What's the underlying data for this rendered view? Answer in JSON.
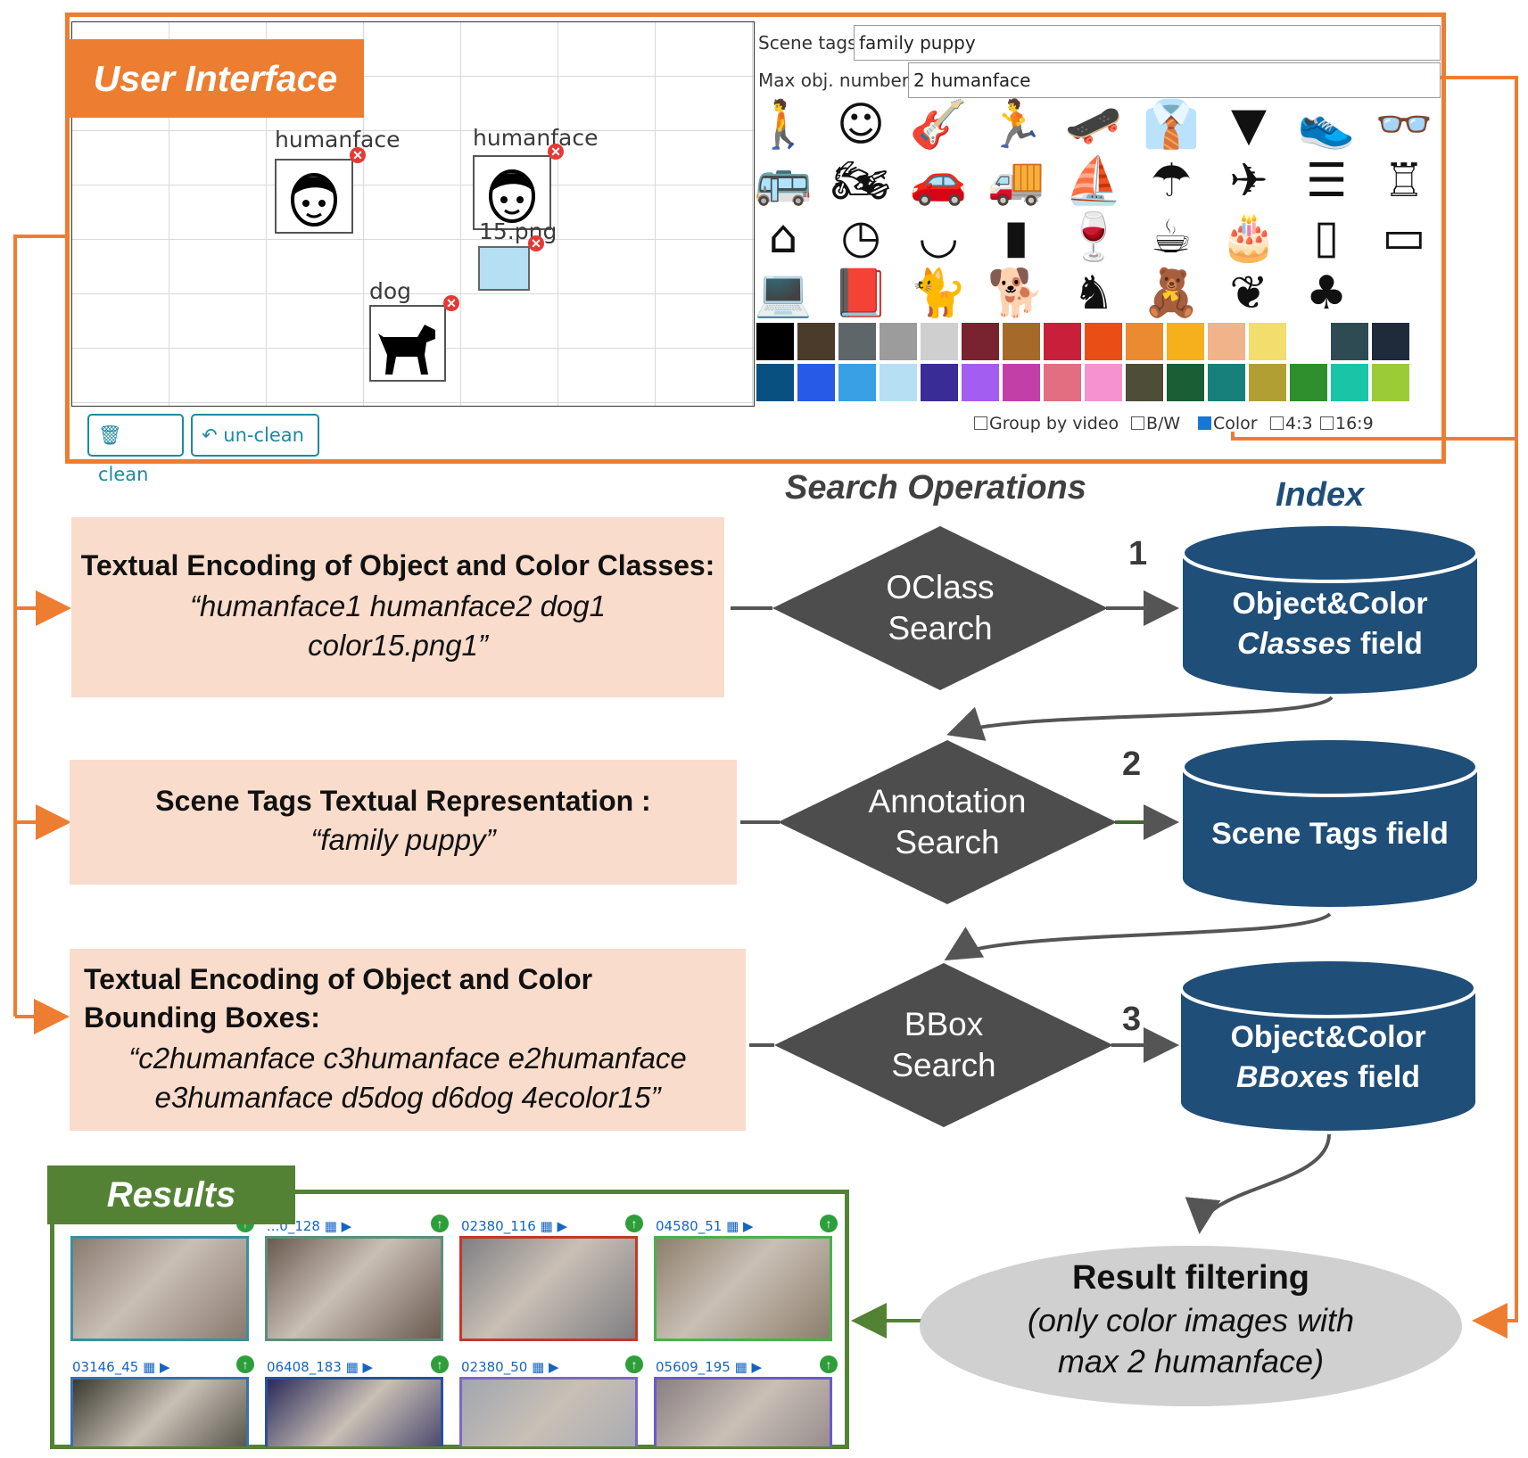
{
  "ui": {
    "banner": "User Interface",
    "scene_tags_label": "Scene tags",
    "scene_tags_value": "family puppy",
    "max_obj_label": "Max obj. number",
    "max_obj_value": "2 humanface",
    "objects": [
      {
        "label": "humanface",
        "icon": "face-icon"
      },
      {
        "label": "humanface",
        "icon": "face-icon"
      },
      {
        "label": "15.png",
        "icon": "color-swatch"
      },
      {
        "label": "dog",
        "icon": "dog-icon"
      }
    ],
    "buttons": {
      "clean": "clean",
      "unclean": "un-clean"
    },
    "checkboxes": {
      "group_by_video": "Group by video",
      "bw": "B/W",
      "color": "Color",
      "ratio_43": "4:3",
      "ratio_169": "16:9"
    },
    "palette_icons": [
      "person-icon",
      "face-icon",
      "guitarist-icon",
      "runner-icon",
      "skateboarder-icon",
      "shirt-icon",
      "tie-icon",
      "shoe-icon",
      "glasses-icon",
      "bus-icon",
      "motorcycle-icon",
      "car-icon",
      "truck-icon",
      "sailboat-icon",
      "parachute-icon",
      "airplane-icon",
      "bench-icon",
      "office-chair-icon",
      "house-icon",
      "clock-icon",
      "bowl-icon",
      "bottle-icon",
      "wine-glass-icon",
      "cup-icon",
      "cake-icon",
      "phone-icon",
      "monitor-icon",
      "laptop-icon",
      "book-icon",
      "cat-icon",
      "dog-icon",
      "horse-icon",
      "teddy-bear-icon",
      "plant-icon",
      "tree-icon"
    ],
    "palette_colors_row1": [
      "#000000",
      "#4a3b2b",
      "#5f6669",
      "#9c9c9c",
      "#cfcfcf",
      "#7a2330",
      "#a5692a",
      "#c8203a",
      "#e84e15",
      "#ea8a31",
      "#f5b01c",
      "#f0b38a",
      "#f3dd6d",
      "#ffffff",
      "#2e4a52",
      "#1f2b3b"
    ],
    "palette_colors_row2": [
      "#08507f",
      "#275ae6",
      "#3aa0e6",
      "#b5dff3",
      "#3a2c96",
      "#a35ef0",
      "#c23fa8",
      "#e36e82",
      "#f592cf",
      "#4d4d38",
      "#1a5e35",
      "#18807b",
      "#b29f33",
      "#2e8f2d",
      "#1ac4a7",
      "#9ccc35"
    ]
  },
  "section_headers": {
    "search_operations": "Search Operations",
    "index": "Index"
  },
  "encodings": [
    {
      "title": "Textual Encoding of Object and Color Classes:",
      "body_lines": [
        "“humanface1 humanface2 dog1",
        "color15.png1”"
      ]
    },
    {
      "title": "Scene Tags Textual Representation :",
      "body_lines": [
        "“family puppy”"
      ]
    },
    {
      "title_lines": [
        "Textual Encoding of Object and Color",
        "Bounding Boxes:"
      ],
      "body_lines": [
        "“c2humanface c3humanface e2humanface",
        "e3humanface d5dog d6dog 4ecolor15”"
      ]
    }
  ],
  "operations": [
    {
      "lines": [
        "OClass",
        "Search"
      ],
      "step": "1"
    },
    {
      "lines": [
        "Annotation",
        "Search"
      ],
      "step": "2"
    },
    {
      "lines": [
        "BBox",
        "Search"
      ],
      "step": "3"
    }
  ],
  "index_fields": [
    {
      "line1": "Object&Color",
      "line2_em": "Classes",
      "line2_rest": " field"
    },
    {
      "line1": "Scene Tags field",
      "line2_em": "",
      "line2_rest": ""
    },
    {
      "line1": "Object&Color",
      "line2_em": "BBoxes",
      "line2_rest": " field"
    }
  ],
  "filtering": {
    "title": "Result filtering",
    "body_lines": [
      "(only color images with",
      "max 2 humanface)"
    ]
  },
  "results": {
    "banner": "Results",
    "items": [
      {
        "id": "",
        "border": "#3a8fa0",
        "img": "#8a7a6f"
      },
      {
        "id": "...0_128",
        "border": "#5a8f7a",
        "img": "#6b5a50"
      },
      {
        "id": "02380_116",
        "border": "#c0392b",
        "img": "#7f7f82"
      },
      {
        "id": "04580_51",
        "border": "#4caf50",
        "img": "#8d7f6c"
      },
      {
        "id": "03146_45",
        "border": "#3a6fb0",
        "img": "#3a3a30"
      },
      {
        "id": "06408_183",
        "border": "#2a4fa0",
        "img": "#2a2a5a"
      },
      {
        "id": "02380_50",
        "border": "#7b68c4",
        "img": "#a0a6b0"
      },
      {
        "id": "05609_195",
        "border": "#6a5acd",
        "img": "#8a7f82"
      }
    ]
  },
  "colors": {
    "orange": "#ed7d31",
    "navy": "#1f4e79",
    "dark_gray": "#4d4d4d",
    "green": "#548235",
    "pink": "#f9dccb"
  }
}
